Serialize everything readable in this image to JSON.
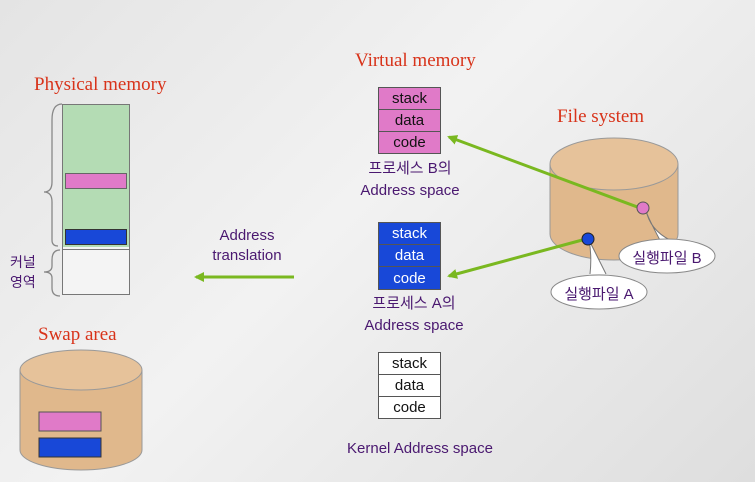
{
  "physical_memory": {
    "title": "Physical memory",
    "kernel_label_line1": "커널",
    "kernel_label_line2": "영역"
  },
  "virtual_memory": {
    "title": "Virtual memory"
  },
  "file_system": {
    "title": "File system",
    "exec_b": "실행파일 B",
    "exec_a": "실행파일 A"
  },
  "swap_area": {
    "title": "Swap area"
  },
  "address_translation": {
    "line1": "Address",
    "line2": "translation"
  },
  "process_b": {
    "segments": [
      "stack",
      "data",
      "code"
    ],
    "caption_line1": "프로세스 B의",
    "caption_line2": "Address space"
  },
  "process_a": {
    "segments": [
      "stack",
      "data",
      "code"
    ],
    "caption_line1": "프로세스 A의",
    "caption_line2": "Address space"
  },
  "kernel": {
    "segments": [
      "stack",
      "data",
      "code"
    ],
    "caption": "Kernel Address space"
  },
  "colors": {
    "pink": "#e07ac8",
    "blue": "#1848d8",
    "green_memory": "#b4dcb4",
    "arrow_green": "#7ab820",
    "disk": "#e0b88c",
    "red_title": "#d8331a",
    "purple_text": "#4a1870"
  }
}
